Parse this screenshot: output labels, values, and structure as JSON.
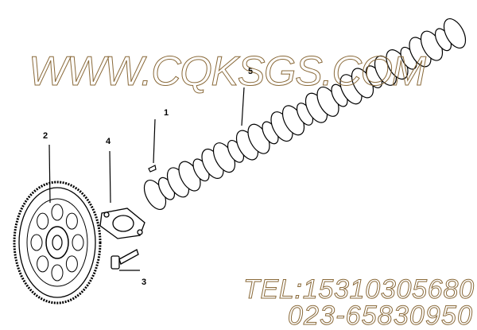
{
  "callouts": [
    {
      "number": "1",
      "part": "key"
    },
    {
      "number": "2",
      "part": "gear"
    },
    {
      "number": "3",
      "part": "bolt"
    },
    {
      "number": "4",
      "part": "gasket"
    },
    {
      "number": "5",
      "part": "camshaft"
    }
  ],
  "watermark": {
    "site": "WWW.CQKSGS.COM",
    "tel": "TEL:15310305680",
    "phone": "023-65830950"
  },
  "colors": {
    "line": "#000000",
    "watermark": "#8a6a3a"
  }
}
